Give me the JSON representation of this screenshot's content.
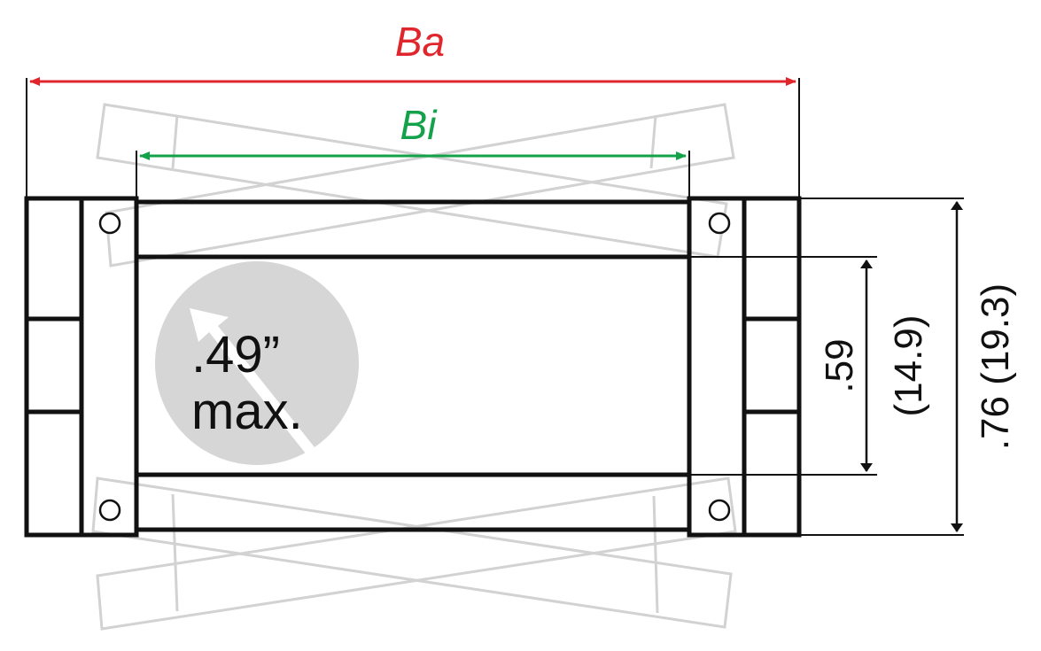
{
  "diagram": {
    "outer_width_label": "Ba",
    "inner_width_label": "Bi",
    "max_diameter_value": ".49”",
    "max_diameter_suffix": "max.",
    "inner_height_in": ".59",
    "inner_height_mm": "(14.9)",
    "outer_height": ".76 (19.3)"
  },
  "colors": {
    "outer_dimension": "#e0262d",
    "inner_dimension": "#13a24a",
    "frame": "#111111",
    "ghost_links": "#d2d2d2",
    "max_circle": "#d6d6d6"
  },
  "icons": {
    "max_circle_arrow": "arrow-up-left-icon"
  }
}
